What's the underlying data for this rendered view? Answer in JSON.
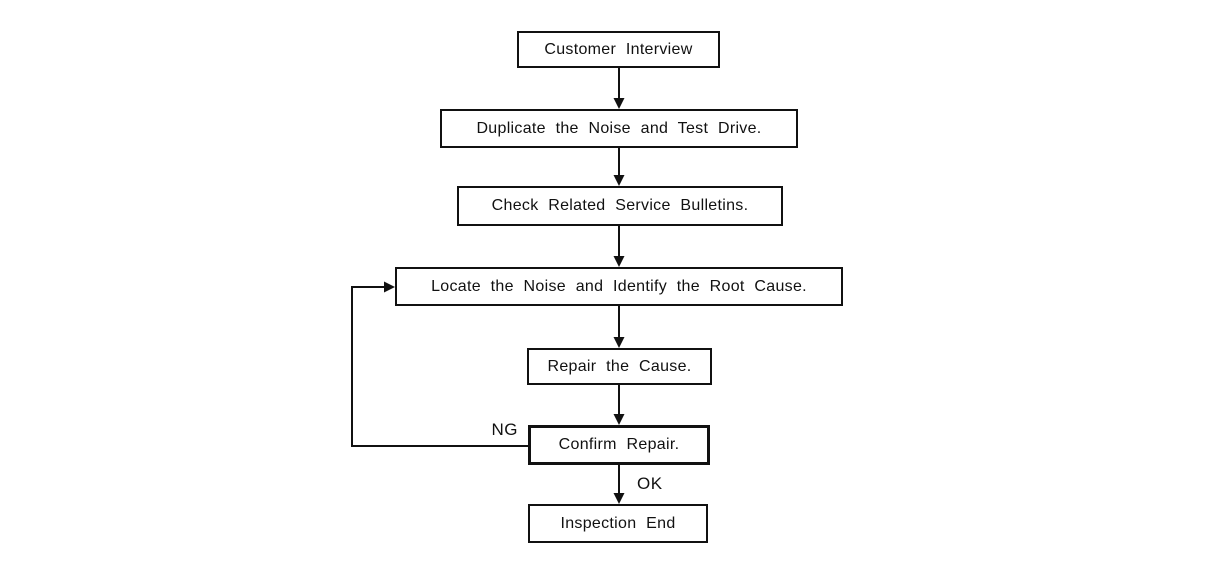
{
  "diagram": {
    "type": "flowchart",
    "nodes": [
      {
        "id": "customer-interview",
        "label": "Customer Interview"
      },
      {
        "id": "duplicate-noise-test-drive",
        "label": "Duplicate the Noise and Test Drive."
      },
      {
        "id": "check-service-bulletins",
        "label": "Check Related Service Bulletins."
      },
      {
        "id": "locate-noise-root-cause",
        "label": "Locate the Noise and Identify the Root Cause."
      },
      {
        "id": "repair-cause",
        "label": "Repair the Cause."
      },
      {
        "id": "confirm-repair",
        "label": "Confirm Repair."
      },
      {
        "id": "inspection-end",
        "label": "Inspection End"
      }
    ],
    "edges": [
      {
        "from": "customer-interview",
        "to": "duplicate-noise-test-drive",
        "label": ""
      },
      {
        "from": "duplicate-noise-test-drive",
        "to": "check-service-bulletins",
        "label": ""
      },
      {
        "from": "check-service-bulletins",
        "to": "locate-noise-root-cause",
        "label": ""
      },
      {
        "from": "locate-noise-root-cause",
        "to": "repair-cause",
        "label": ""
      },
      {
        "from": "repair-cause",
        "to": "confirm-repair",
        "label": ""
      },
      {
        "from": "confirm-repair",
        "to": "inspection-end",
        "label": "OK"
      },
      {
        "from": "confirm-repair",
        "to": "locate-noise-root-cause",
        "label": "NG"
      }
    ],
    "colors": {
      "line": "#111111",
      "background": "#ffffff",
      "box_fill": "#ffffff"
    }
  }
}
